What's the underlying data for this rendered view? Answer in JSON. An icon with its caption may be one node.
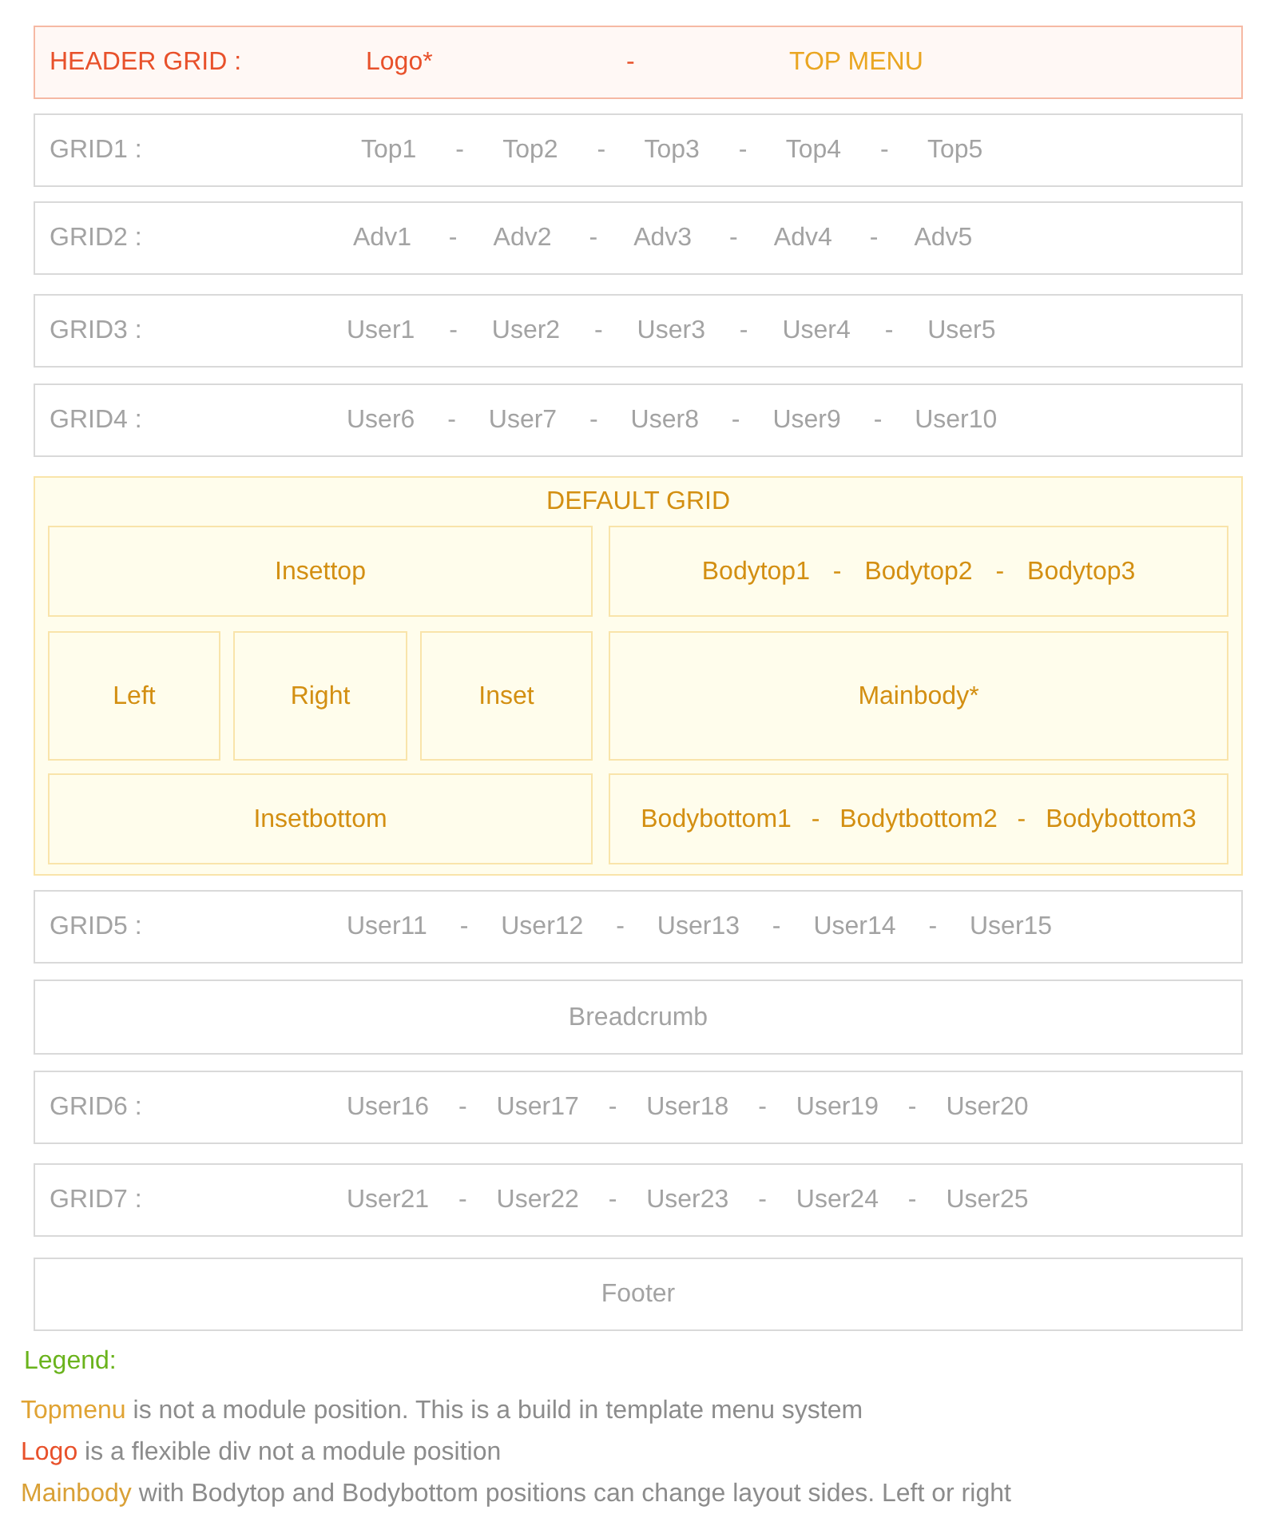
{
  "diagram": {
    "nodes": [
      {
        "text": [
          "HEADER GRID :",
          "Logo*",
          "-",
          "TOP MENU"
        ]
      },
      {
        "text": [
          "GRID1 :",
          "Top1 - Top2 - Top3 - Top4 - Top5"
        ]
      },
      {
        "text": [
          "GRID2 :",
          "Adv1 - Adv2 - Adv3 - Adv4 - Adv5"
        ]
      },
      {
        "text": [
          "GRID3 :",
          "User1 - User2 - User3 - User4 - User5"
        ]
      },
      {
        "text": [
          "GRID4 :",
          "User6 - User7 - User8 - User9 - User10"
        ]
      },
      {
        "text": [
          "DEFAULT GRID"
        ]
      },
      {
        "text": [
          "Insettop"
        ],
        "in": 5
      },
      {
        "text": [
          "Bodytop1 - Bodytop2 - Bodytop3"
        ],
        "in": 5
      },
      {
        "text": [
          "Left"
        ],
        "in": 5
      },
      {
        "text": [
          "Right"
        ],
        "in": 5
      },
      {
        "text": [
          "Inset"
        ],
        "in": 5
      },
      {
        "text": [
          "Mainbody*"
        ],
        "in": 5
      },
      {
        "text": [
          "Insetbottom"
        ],
        "in": 5
      },
      {
        "text": [
          "Bodybottom1 - Bodytbottom2 - Bodybottom3"
        ],
        "in": 5
      },
      {
        "text": [
          "GRID5 :",
          "User11 - User12 - User13 - User14 - User15"
        ]
      },
      {
        "text": [
          "Breadcrumb"
        ]
      },
      {
        "text": [
          "GRID6 :",
          "User16 - User17 - User18 - User19 - User20"
        ]
      },
      {
        "text": [
          "GRID7 :",
          "User21 - User22 - User23 - User24 - User25"
        ]
      },
      {
        "text": [
          "Footer"
        ]
      }
    ],
    "labels": [
      "Legend:",
      "Topmenu is not a module position. This is a build in template menu system",
      "Logo is a flexible div not a module position",
      "Mainbody with Bodytop and Bodybottom positions can change layout sides. Left or right"
    ]
  }
}
